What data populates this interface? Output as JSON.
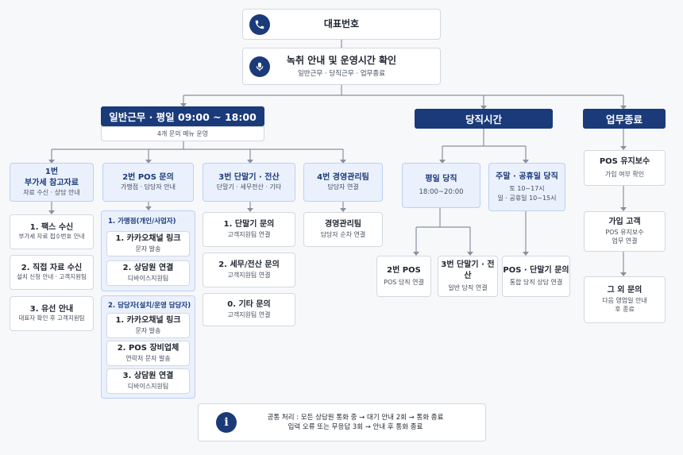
{
  "top": {
    "main_number": "대표번호",
    "greeting_title": "녹취 안내 및 운영시간 확인",
    "greeting_sub": "일반근무 · 당직근무 · 업무종료"
  },
  "branches": {
    "general": {
      "header": "일반근무 · 평일 09:00 ~ 18:00",
      "sub": "4개 문의 메뉴 운영"
    },
    "duty": {
      "header": "당직시간"
    },
    "closed": {
      "header": "업무종료"
    }
  },
  "menu1": {
    "title_line1": "1번",
    "title_line2": "부가세 참고자료",
    "sub": "자료 수신 · 상담 안내",
    "items": [
      {
        "title": "1. 팩스 수신",
        "sub": "부가세 자료 접수번호 안내"
      },
      {
        "title": "2. 직접 자료 수신",
        "sub": "설치 신청 안내 · 고객지원팀"
      },
      {
        "title": "3. 유선 안내",
        "sub": "대표자 확인 후 고객지원팀"
      }
    ]
  },
  "menu2": {
    "title": "2번 POS 문의",
    "sub": "가맹점 · 담당자 안내",
    "group1": {
      "label": "1. 가맹점(개인/사업자)",
      "items": [
        {
          "title": "1. 카카오채널 링크",
          "sub": "문자 발송"
        },
        {
          "title": "2. 상담원 연결",
          "sub": "디바이스지원팀"
        }
      ]
    },
    "group2": {
      "label": "2. 담당자(설치/운영 담당자)",
      "items": [
        {
          "title": "1. 카카오채널 링크",
          "sub": "문자 발송"
        },
        {
          "title": "2. POS 장비업체",
          "sub": "연락처 문자 발송"
        },
        {
          "title": "3. 상담원 연결",
          "sub": "디바이스지원팀"
        }
      ]
    }
  },
  "menu3": {
    "title": "3번 단말기 · 전산",
    "sub": "단말기 · 세무전산 · 기타",
    "items": [
      {
        "title": "1. 단말기 문의",
        "sub": "고객지원팀 연결"
      },
      {
        "title": "2. 세무/전산 문의",
        "sub": "고객지원팀 연결"
      },
      {
        "title": "0. 기타 문의",
        "sub": "고객지원팀 연결"
      }
    ]
  },
  "menu4": {
    "title": "4번 경영관리팀",
    "sub": "담당자 연결",
    "items": [
      {
        "title": "경영관리팀",
        "sub": "담당자 순차 연결"
      }
    ]
  },
  "duty": {
    "weekday": {
      "title": "평일 당직",
      "sub": "18:00~20:00"
    },
    "weekend": {
      "title": "주말 · 공휴일 당직",
      "sub1": "토 10~17시",
      "sub2": "일 · 공휴일 10~15시"
    },
    "items": [
      {
        "title": "2번 POS",
        "sub": "POS 당직 연결"
      },
      {
        "title": "3번 단말기 · 전산",
        "sub": "일반 당직 연결"
      },
      {
        "title": "POS · 단말기 문의",
        "sub": "통합 당직 상담 연결"
      }
    ]
  },
  "closed": {
    "items": [
      {
        "title": "POS 유지보수",
        "sub1": "가입 여부 확인"
      },
      {
        "title": "가입 고객",
        "sub1": "POS 유지보수",
        "sub2": "업무 연결"
      },
      {
        "title": "그 외 문의",
        "sub1": "다음 영업일 안내",
        "sub2": "후 종료"
      }
    ]
  },
  "note": {
    "line1": "공통 처리 : 모든 상담원 통화 중 → 대기 안내 2회 → 통화 종료",
    "line2": "입력 오류 또는 무응답 3회  → 안내 후 통화 종료"
  },
  "colors": {
    "navy": "#1b3a7a",
    "light_blue": "#eaf1fd",
    "line": "#8a909c"
  },
  "icons": {
    "phone": "phone-icon",
    "mic": "microphone-icon",
    "info": "info-icon"
  }
}
